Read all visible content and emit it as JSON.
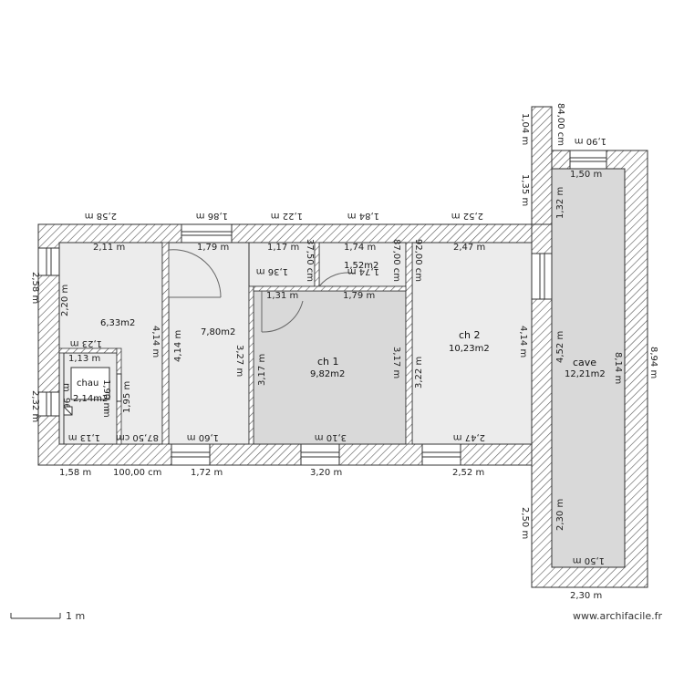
{
  "rooms": {
    "chau": {
      "name": "chau",
      "area": "2,14m2"
    },
    "ch1": {
      "name": "ch 1",
      "area": "9,82m2"
    },
    "ch2": {
      "name": "ch 2",
      "area": "10,23m2"
    },
    "cave": {
      "name": "cave",
      "area": "12,21m2"
    },
    "west_room": {
      "area": "6,33m2"
    },
    "hall": {
      "area": "7,80m2"
    },
    "small_room": {
      "area": "1,52m2"
    }
  },
  "dimensions": {
    "top_2_58": "2,58 m",
    "top_1_86": "1,86 m",
    "top_1_22": "1,22 m",
    "top_1_84": "1,84 m",
    "top_2_52": "2,52 m",
    "in_2_11": "2,11 m",
    "in_1_79a": "1,79 m",
    "in_1_17": "1,17 m",
    "in_1_74": "1,74 m",
    "in_2_47_top": "2,47 m",
    "v_37_50": "37,50 cm",
    "v_87_00": "87,00 cm",
    "v_92_00": "92,00 cm",
    "in_1_36": "1,36 m",
    "in_1_74b": "1,74 m",
    "in_1_31": "1,31 m",
    "in_1_79b": "1,79 m",
    "left_2_58": "2,58 m",
    "left_2_20": "2,20 m",
    "left_2_32": "2,32 m",
    "v_4_14a": "4,14 m",
    "v_4_14b": "4,14 m",
    "v_3_27": "3,27 m",
    "v_3_17a": "3,17 m",
    "v_3_17b": "3,17 m",
    "v_3_22": "3,22 m",
    "v_4_14c": "4,14 m",
    "chau_1_23": "1,23 m",
    "chau_1_13": "1,13 m",
    "chau_1_90": "1,90 m",
    "chau_1_95": "1,95 m",
    "chau_96": "96",
    "chau_m": "m",
    "b_1_13": "1,13 m",
    "b_87_50": "87,50 cm",
    "b_1_60": "1,60 m",
    "b_3_10": "3,10 m",
    "b_2_47": "2,47 m",
    "bot_1_58": "1,58 m",
    "bot_100": "100,00 cm",
    "bot_1_72": "1,72 m",
    "bot_3_20": "3,20 m",
    "bot_2_52": "2,52 m",
    "c_1_04": "1,04 m",
    "c_84_00": "84,00 cm",
    "c_1_90": "1,90 m",
    "c_1_35": "1,35 m",
    "c_1_50_top": "1,50 m",
    "c_1_32": "1,32 m",
    "c_4_52": "4,52 m",
    "c_8_14": "8,14 m",
    "c_8_94": "8,94 m",
    "c_2_50": "2,50 m",
    "c_2_30_in": "2,30 m",
    "c_1_50_bot": "1,50 m",
    "c_2_30_bot": "2,30 m"
  },
  "scale": {
    "label": "1 m"
  },
  "watermark": "www.archifacile.fr",
  "colors": {
    "wall_hatch": "#555555",
    "room_fill": "#ececec",
    "room_dark": "#d9d9d9",
    "door": "#666666"
  }
}
